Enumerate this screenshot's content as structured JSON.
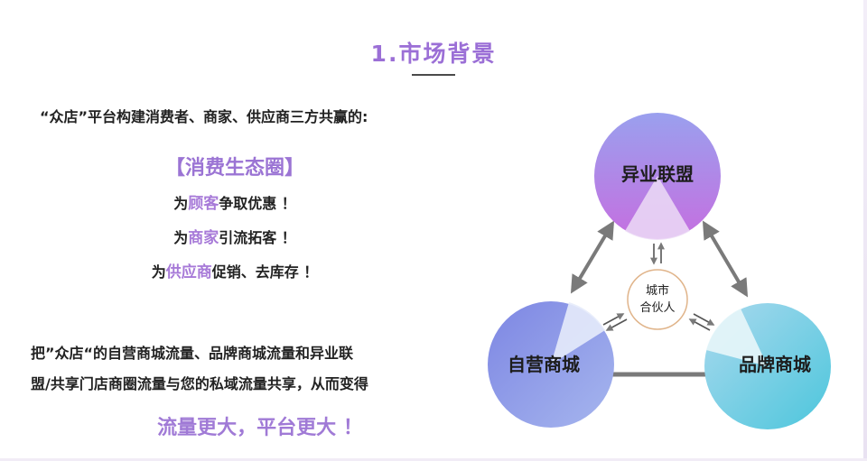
{
  "title": "1.市场背景",
  "intro": "“众店”平台构建消费者、商家、供应商三方共赢的:",
  "ecosystem": {
    "heading": "【消费生态圈】",
    "lines": [
      {
        "pre": "为",
        "highlight": "顾客",
        "post": "争取优惠 ！"
      },
      {
        "pre": "为",
        "highlight": "商家",
        "post": "引流拓客 ！"
      },
      {
        "pre": "为",
        "highlight": "供应商",
        "post": "促销、去库存 ！"
      }
    ]
  },
  "paragraph": {
    "line1": "把”众店“的自营商城流量、品牌商城流量和异业联",
    "line2": "盟/共享门店商圈流量与您的私域流量共享，从而变得"
  },
  "slogan": "流量更大，平台更大 ！",
  "diagram": {
    "top_node": "异业联盟",
    "left_node": "自营商城",
    "right_node": "品牌商城",
    "center_line1": "城市",
    "center_line2": "合伙人",
    "colors": {
      "top_node": "#b06fe6",
      "left_node": "#7f8ee6",
      "right_node": "#5ecde0",
      "connector": "#7a7a7a",
      "center_ring": "#e0b48a"
    }
  }
}
